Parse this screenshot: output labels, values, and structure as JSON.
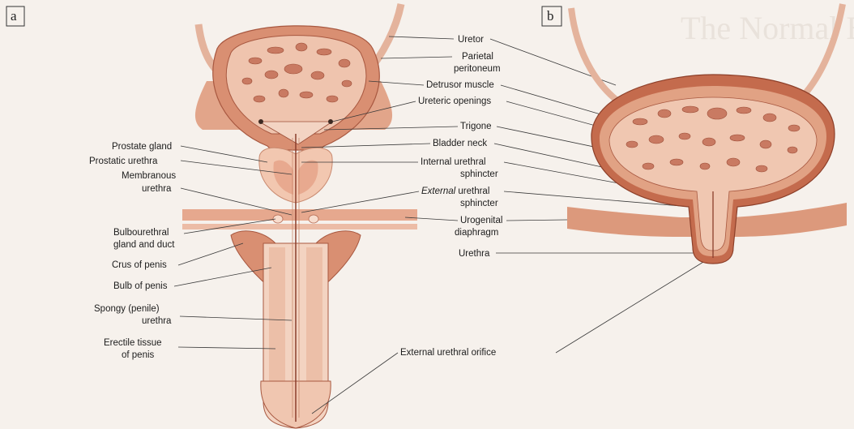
{
  "panels": {
    "a": "a",
    "b": "b"
  },
  "background_title": "The Normal Bladder",
  "labels_left": {
    "prostate_gland": "Prostate gland",
    "prostatic_urethra": "Prostatic urethra",
    "membranous_urethra_1": "Membranous",
    "membranous_urethra_2": "urethra",
    "bulbourethral_1": "Bulbourethral",
    "bulbourethral_2": "gland and duct",
    "crus": "Crus of penis",
    "bulb": "Bulb of penis",
    "spongy_1": "Spongy (penile)",
    "spongy_2": "urethra",
    "erectile_1": "Erectile tissue",
    "erectile_2": "of penis"
  },
  "labels_center": {
    "uretor": "Uretor",
    "parietal_1": "Parietal",
    "parietal_2": "peritoneum",
    "detrusor": "Detrusor muscle",
    "ureteric_openings": "Ureteric openings",
    "trigone": "Trigone",
    "bladder_neck": "Bladder neck",
    "internal_1": "Internal urethral",
    "internal_2": "sphincter",
    "external_1_italic": "External",
    "external_1_rest": " urethral",
    "external_2": "sphincter",
    "urogenital_1": "Urogenital",
    "urogenital_2": "diaphragm",
    "urethra": "Urethra",
    "external_orifice": "External urethral orifice"
  },
  "colors": {
    "background": "#f6f1ec",
    "muscle": "#d98f72",
    "muscle_dark": "#b8583e",
    "mucosa": "#efc4ae",
    "pale": "#f7dccd",
    "ligament": "#e6a88e"
  }
}
